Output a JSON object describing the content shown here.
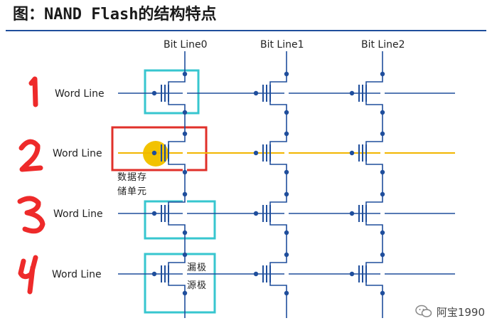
{
  "title": "图：NAND Flash的结构特点",
  "bit_lines": [
    "Bit Line0",
    "Bit Line1",
    "Bit Line2"
  ],
  "word_line_label": "Word Line",
  "callouts": {
    "cell_line1": "数据存",
    "cell_line2": "储单元",
    "drain": "漏极",
    "source": "源极"
  },
  "row_numbers": [
    "1",
    "2",
    "3",
    "4"
  ],
  "watermark": "阿宝1990",
  "colors": {
    "wire": "#1f4e9c",
    "highlight_box": "#37c6cf",
    "selected_box": "#e0302a",
    "selected_word_line": "#f2b600",
    "handwritten_numbers": "#ee2a2a"
  }
}
